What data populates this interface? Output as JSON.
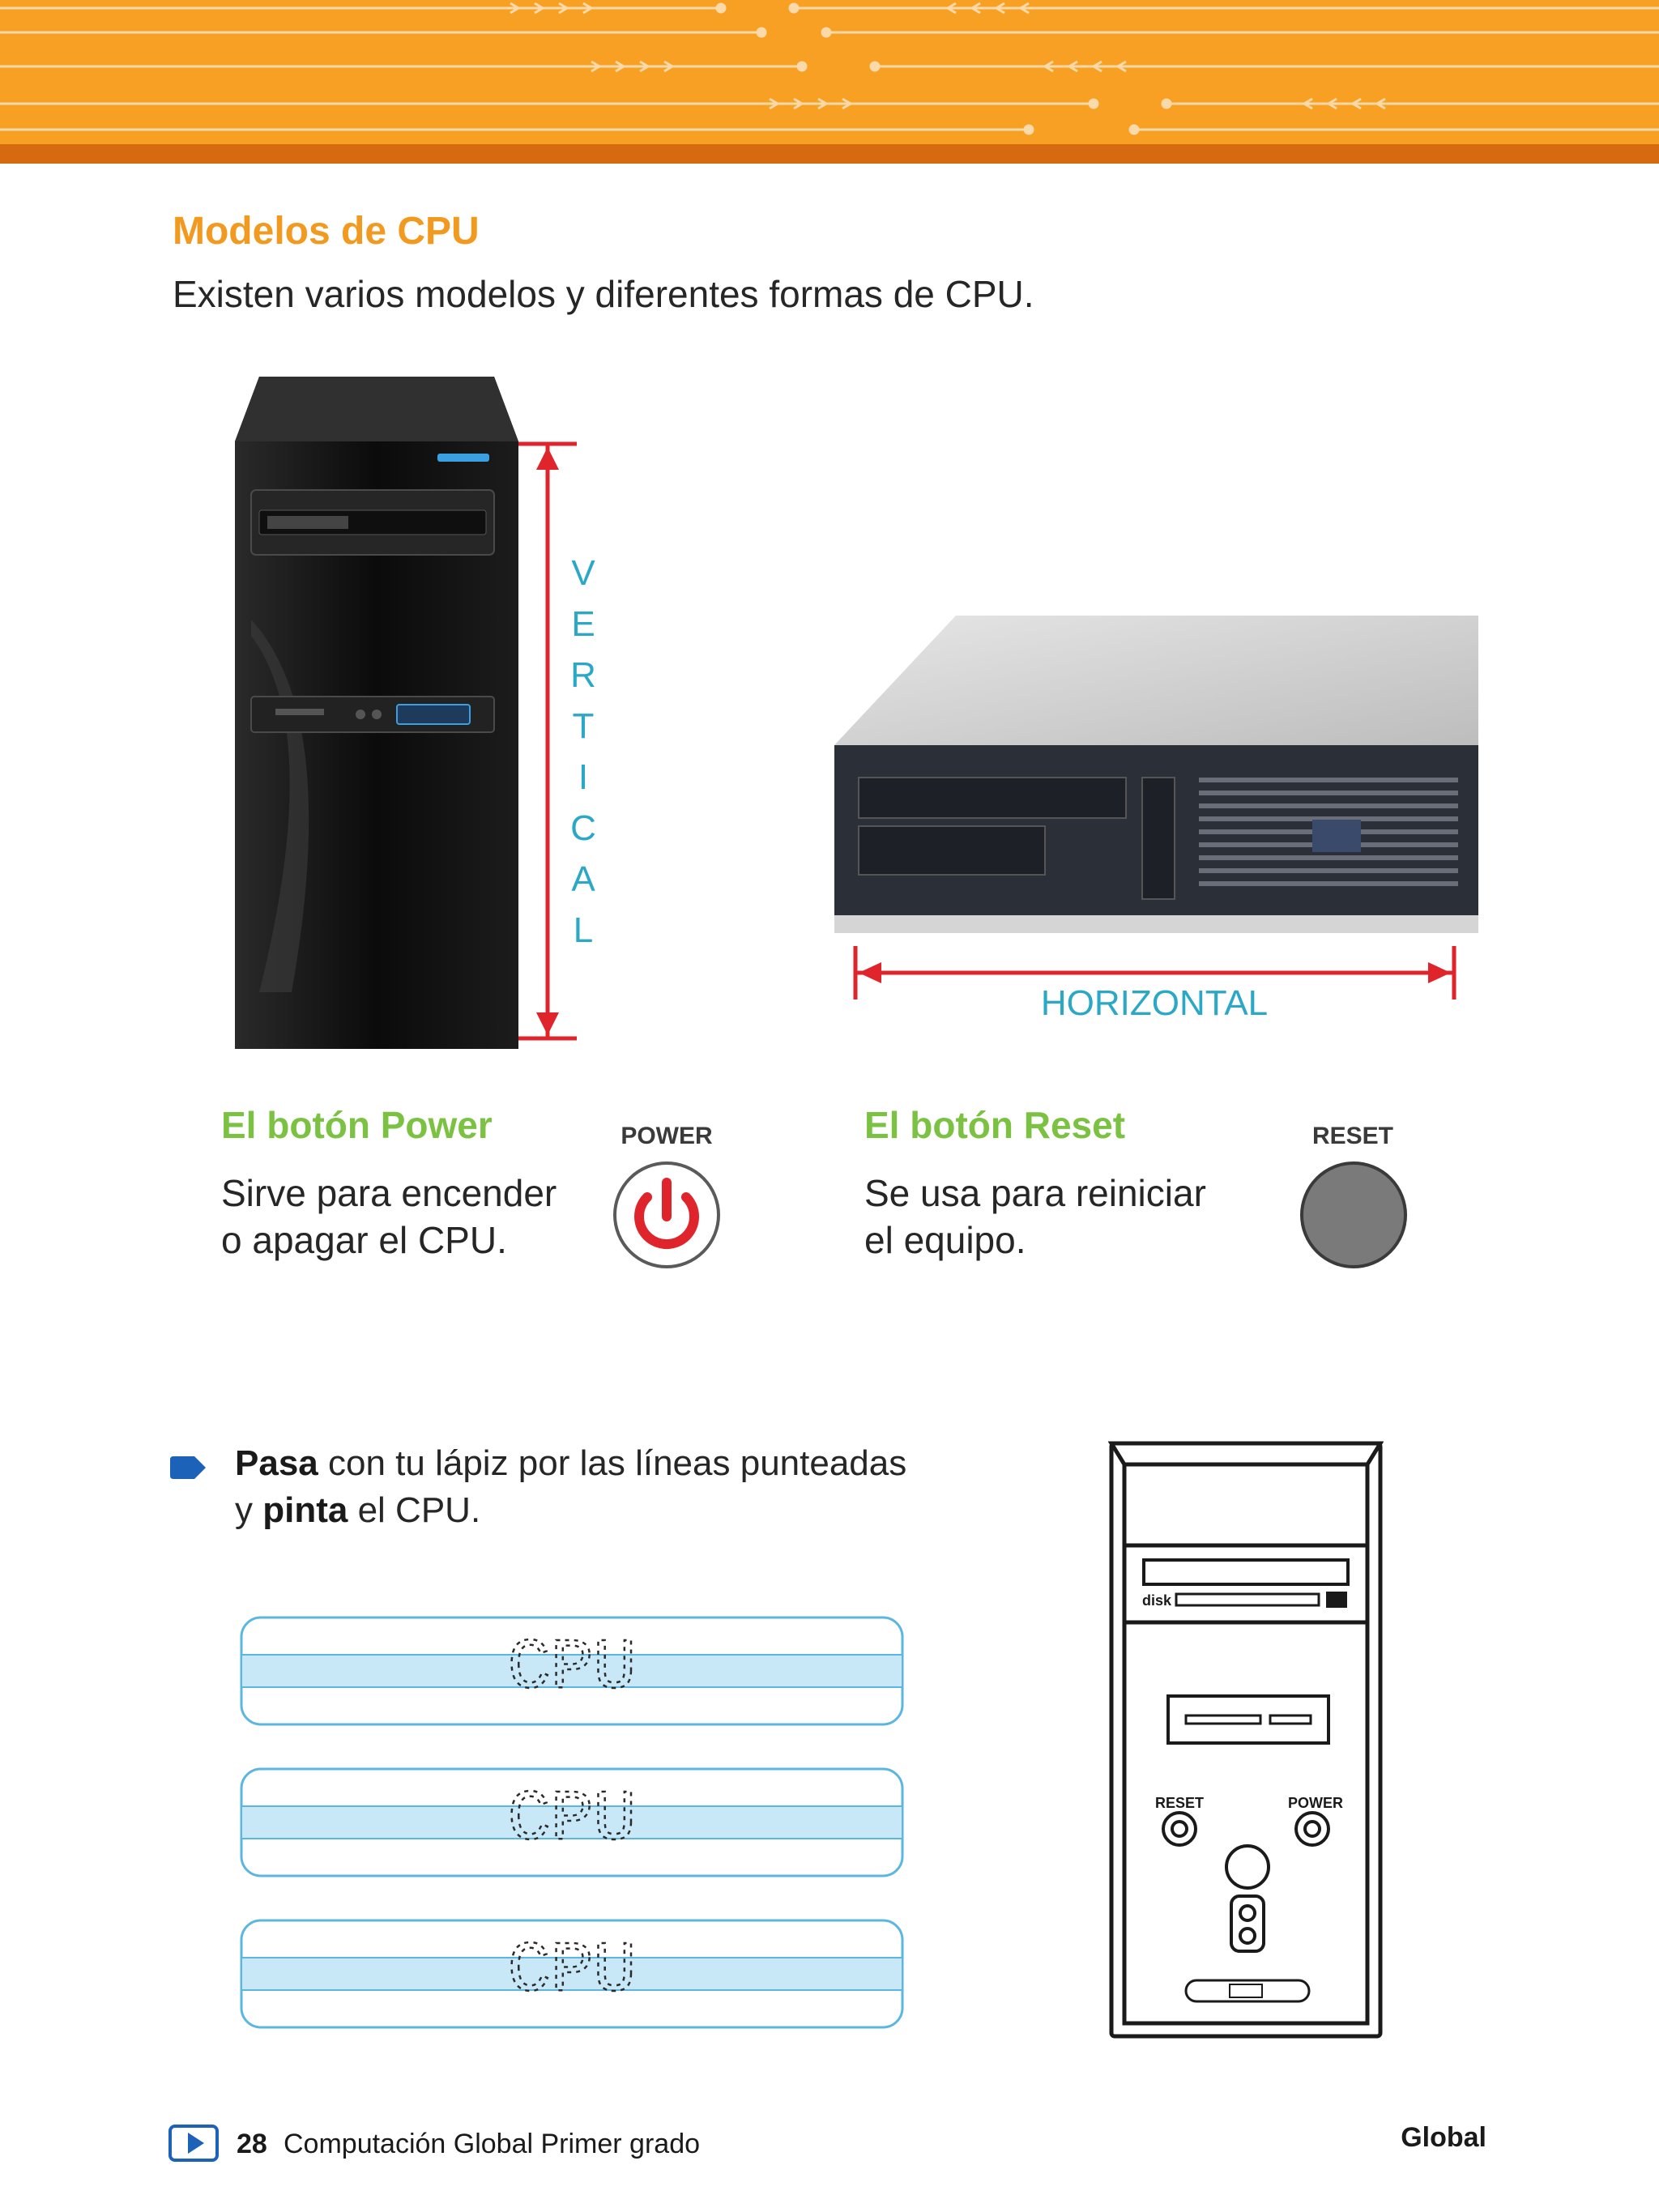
{
  "section": {
    "title": "Modelos de CPU",
    "intro": "Existen varios modelos y diferentes formas de CPU."
  },
  "orientation": {
    "vertical_letters": [
      "V",
      "E",
      "R",
      "T",
      "I",
      "C",
      "A",
      "L"
    ],
    "horizontal": "HORIZONTAL"
  },
  "power": {
    "title": "El botón Power",
    "lines": [
      "Sirve para encender",
      "o apagar el CPU."
    ],
    "caption": "POWER"
  },
  "reset": {
    "title": "El botón Reset",
    "lines": [
      "Se usa para reiniciar",
      "el equipo."
    ],
    "caption": "RESET"
  },
  "activity": {
    "verb1": "Pasa",
    "rest1": " con tu lápiz por las líneas punteadas",
    "lead2": "y ",
    "verb2": "pinta",
    "rest2": " el CPU.",
    "trace_word": "CPU"
  },
  "drawing": {
    "disk_label": "disk",
    "reset_label": "RESET",
    "power_label": "POWER"
  },
  "footer": {
    "page": "28",
    "book": "Computación Global Primer grado",
    "brand": "Global"
  },
  "colors": {
    "orange": "#f7a023",
    "heading_orange": "#f29a1f",
    "green": "#7cc242",
    "cyan": "#2aa8c6",
    "red": "#e0242b",
    "blue": "#1b62b8"
  }
}
